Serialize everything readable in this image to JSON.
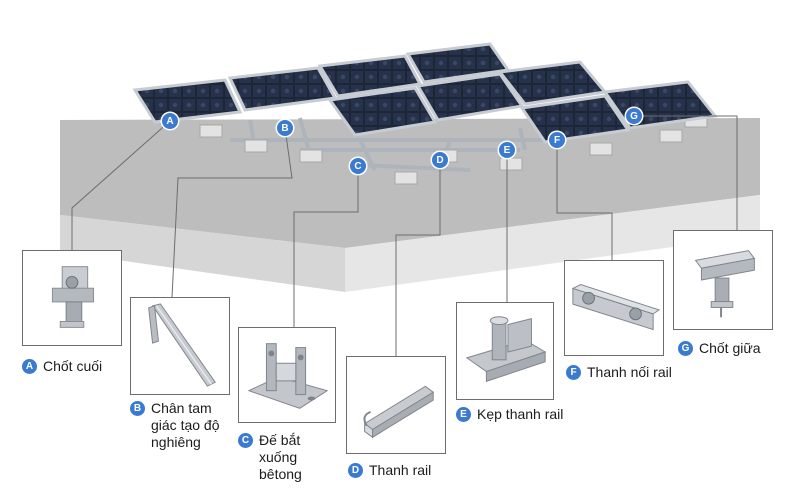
{
  "colors": {
    "badge": "#3a7bd0",
    "panel": "#1e2a3c",
    "frame": "#c7ccd3",
    "roof_top": "#bdbdbd",
    "roof_side": "#d9d9d9",
    "leader": "#6d6d6d"
  },
  "markers": [
    "A",
    "B",
    "C",
    "D",
    "E",
    "F",
    "G"
  ],
  "components": [
    {
      "letter": "A",
      "label": "Chốt cuối",
      "icon": "end-clamp-icon"
    },
    {
      "letter": "B",
      "label": "Chân tam giác tạo độ nghiêng",
      "icon": "triangle-leg-icon"
    },
    {
      "letter": "C",
      "label": "Đế bắt xuống bêtong",
      "icon": "concrete-base-icon"
    },
    {
      "letter": "D",
      "label": "Thanh rail",
      "icon": "rail-icon"
    },
    {
      "letter": "E",
      "label": "Kẹp thanh rail",
      "icon": "rail-clamp-icon"
    },
    {
      "letter": "F",
      "label": "Thanh nối rail",
      "icon": "rail-splice-icon"
    },
    {
      "letter": "G",
      "label": "Chốt giữa",
      "icon": "mid-clamp-icon"
    }
  ]
}
